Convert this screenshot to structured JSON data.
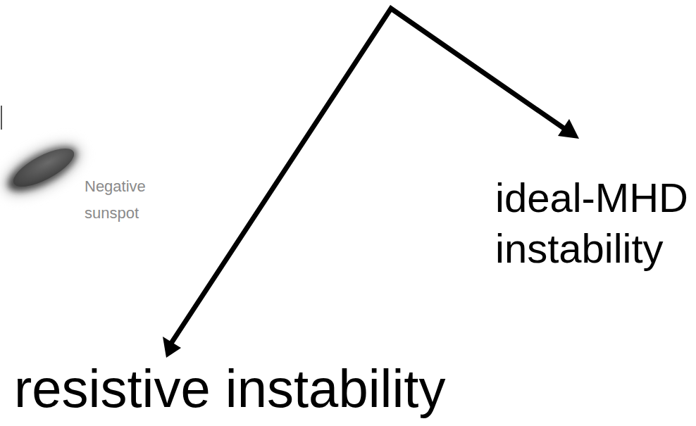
{
  "diagram": {
    "labels": [
      "Negative sunspot",
      "ideal-MHD instability",
      "resistive instability"
    ]
  }
}
